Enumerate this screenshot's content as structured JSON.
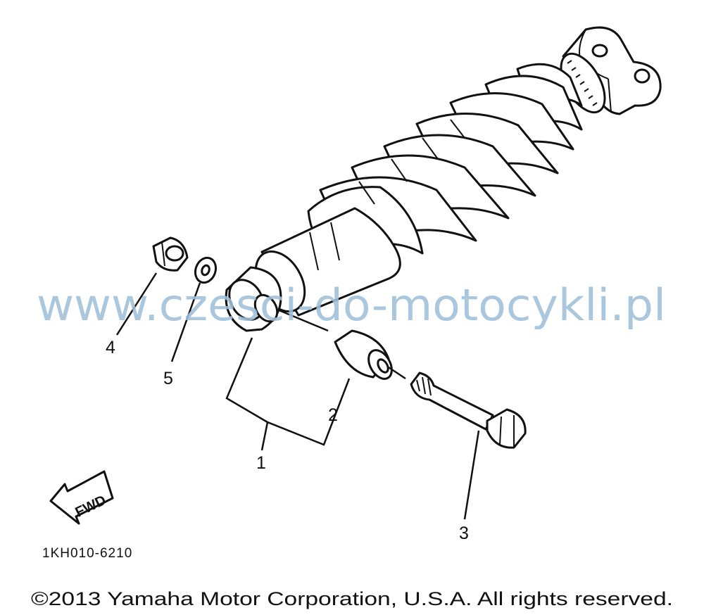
{
  "diagram": {
    "callouts": [
      {
        "id": "1",
        "label": "1"
      },
      {
        "id": "2",
        "label": "2"
      },
      {
        "id": "3",
        "label": "3"
      },
      {
        "id": "4",
        "label": "4"
      },
      {
        "id": "5",
        "label": "5"
      }
    ],
    "direction_label": "FWD",
    "diagram_code": "1KH010-6210",
    "watermark": "www.czesci-do-motocykli.pl",
    "copyright": "©2013 Yamaha Motor Corporation, U.S.A. All rights reserved."
  }
}
